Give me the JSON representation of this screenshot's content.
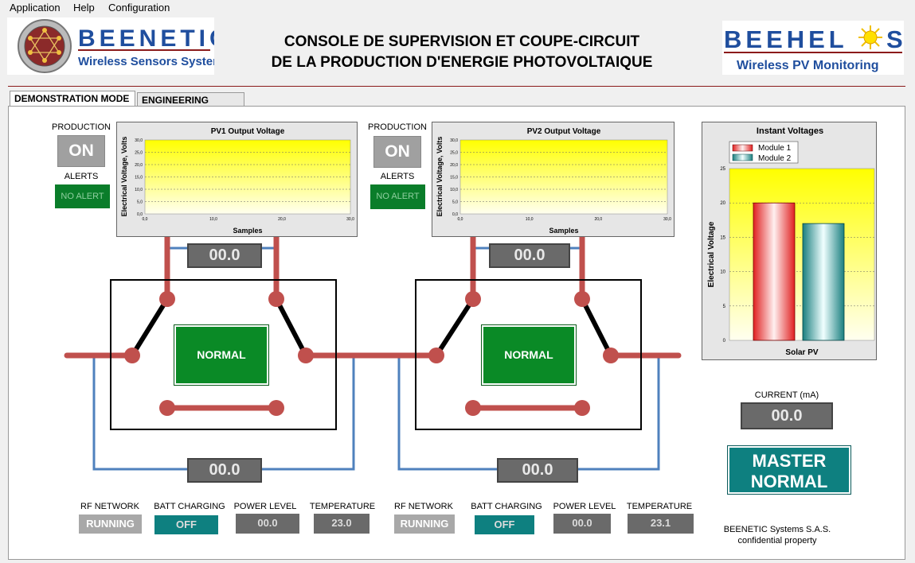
{
  "menu": {
    "items": [
      "Application",
      "Help",
      "Configuration"
    ]
  },
  "header": {
    "title_line1": "CONSOLE DE SUPERVISION ET COUPE-CIRCUIT",
    "title_line2": "DE LA PRODUCTION D'ENERGIE PHOTOVOLTAIQUE",
    "left_logo": {
      "name": "BEENETIC",
      "tagline": "Wireless Sensors Systems"
    },
    "right_logo": {
      "name_a": "BEEHEL",
      "name_b": "S",
      "tagline": "Wireless  PV  Monitoring"
    }
  },
  "tabs": [
    {
      "label": "DEMONSTRATION MODE",
      "active": true
    },
    {
      "label": "ENGINEERING MODE",
      "active": false
    }
  ],
  "pv1": {
    "production_label": "PRODUCTION",
    "production_value": "ON",
    "alerts_label": "ALERTS",
    "alerts_value": "NO ALERT",
    "chart": {
      "title": "PV1 Output Voltage",
      "xlabel": "Samples",
      "ylabel": "Electrical Voltage, Volts",
      "yticks": [
        "0,0",
        "5,0",
        "10,0",
        "15,0",
        "20,0",
        "25,0",
        "30,0"
      ],
      "xticks": [
        "0,0",
        "10,0",
        "20,0",
        "30,0"
      ]
    },
    "top_readout": "00.0",
    "bottom_readout": "00.0",
    "switch_state": "NORMAL",
    "rf_network_label": "RF NETWORK",
    "rf_network_value": "RUNNING",
    "batt_label": "BATT CHARGING",
    "batt_value": "OFF",
    "power_label": "POWER LEVEL",
    "power_value": "00.0",
    "temp_label": "TEMPERATURE",
    "temp_value": "23.0"
  },
  "pv2": {
    "production_label": "PRODUCTION",
    "production_value": "ON",
    "alerts_label": "ALERTS",
    "alerts_value": "NO ALERT",
    "chart": {
      "title": "PV2 Output Voltage",
      "xlabel": "Samples",
      "ylabel": "Electrical Voltage, Volts",
      "yticks": [
        "0,0",
        "5,0",
        "10,0",
        "15,0",
        "20,0",
        "25,0",
        "30,0"
      ],
      "xticks": [
        "0,0",
        "10,0",
        "20,0",
        "30,0"
      ]
    },
    "top_readout": "00.0",
    "bottom_readout": "00.0",
    "switch_state": "NORMAL",
    "rf_network_label": "RF NETWORK",
    "rf_network_value": "RUNNING",
    "batt_label": "BATT CHARGING",
    "batt_value": "OFF",
    "power_label": "POWER LEVEL",
    "power_value": "00.0",
    "temp_label": "TEMPERATURE",
    "temp_value": "23.1"
  },
  "chart_data": {
    "type": "bar",
    "title": "Instant Voltages",
    "xlabel": "Solar PV",
    "ylabel": "Electrical Voltage",
    "categories": [
      "Solar PV"
    ],
    "series": [
      {
        "name": "Module 1",
        "values": [
          20
        ]
      },
      {
        "name": "Module 2",
        "values": [
          17
        ]
      }
    ],
    "ylim": [
      0,
      25
    ],
    "yticks": [
      "0",
      "5",
      "10",
      "15",
      "20",
      "25"
    ],
    "legend": "top-left",
    "colors": {
      "module1": "#e02020",
      "module2": "#1a7f7f",
      "bg_top": "#ffff00",
      "bg_bottom": "#fffff0"
    }
  },
  "current": {
    "label": "CURRENT (mA)",
    "value": "00.0"
  },
  "master": {
    "line1": "MASTER",
    "line2": "NORMAL"
  },
  "footer": {
    "line1": "BEENETIC Systems S.A.S.",
    "line2": "confidential property"
  },
  "colors": {
    "wire_red": "#c0504d",
    "wire_blue": "#4f81bd",
    "normal_green": "#0a8a26",
    "teal": "#0e8080"
  }
}
